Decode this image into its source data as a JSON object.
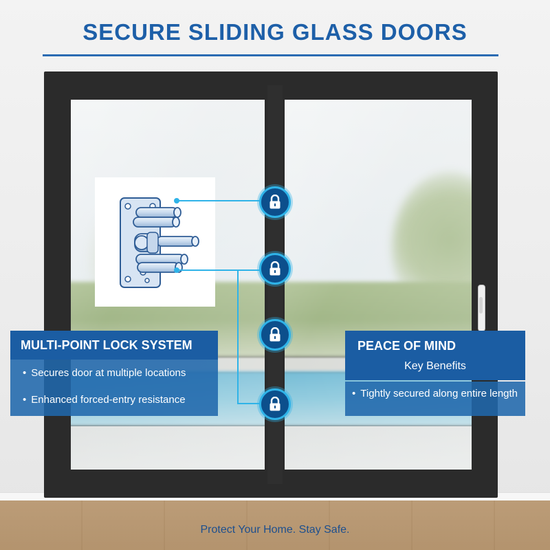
{
  "title": "SECURE SLIDING GLASS DOORS",
  "left_panel": {
    "heading": "MULTI-POINT LOCK SYSTEM",
    "bullets": [
      "Secures door at multiple locations",
      "Enhanced forced-entry resistance"
    ]
  },
  "right_panel": {
    "heading": "PEACE OF MIND",
    "subheading": "Key Benefits",
    "bullets": [
      "Tightly secured along entire length"
    ]
  },
  "footer": "Protect Your Home. Stay Safe.",
  "icons": [
    "padlock-icon",
    "multi-point-lock-diagram"
  ],
  "colors": {
    "title_blue": "#1d5fa8",
    "panel_blue": "#1b5da3",
    "accent_cyan": "#2fb3e8",
    "frame": "#2b2b2b"
  }
}
